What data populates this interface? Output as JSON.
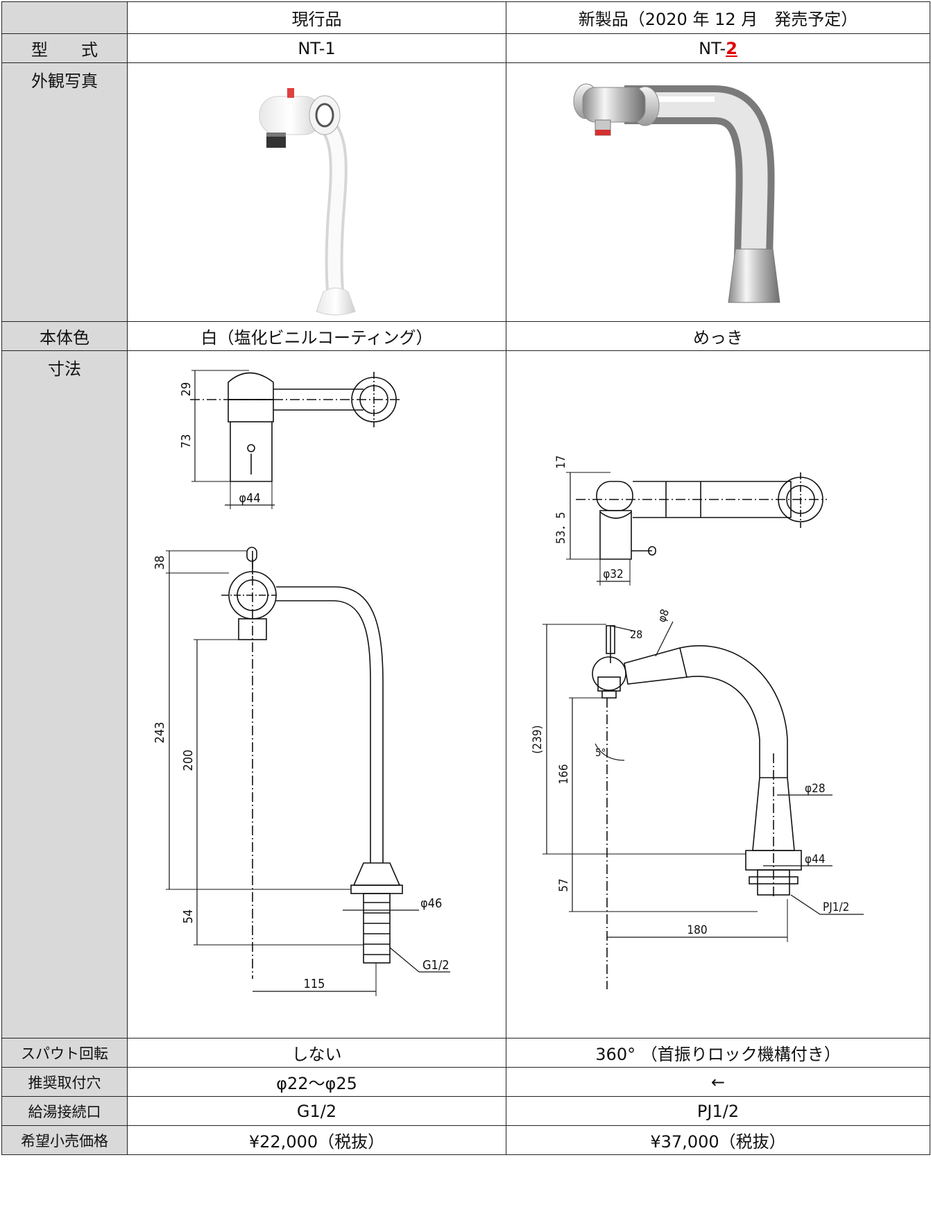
{
  "header": {
    "corner": "",
    "current_product": "現行品",
    "new_product": "新製品（2020 年 12 月　発売予定）"
  },
  "rows": {
    "model": {
      "label": "型　　式",
      "current": "NT-1",
      "new_prefix": "NT-",
      "new_suffix": "2"
    },
    "photo": {
      "label": "外観写真"
    },
    "color": {
      "label": "本体色",
      "current": "白（塩化ビニルコーティング）",
      "new": "めっき"
    },
    "dimensions": {
      "label": "寸法"
    },
    "spout_rotation": {
      "label": "スパウト回転",
      "current": "しない",
      "new": "360° （首振りロック機構付き）"
    },
    "mounting_hole": {
      "label": "推奨取付穴",
      "current": "φ22～φ25",
      "new": "←"
    },
    "hot_water_connection": {
      "label": "給湯接続口",
      "current": "G1/2",
      "new": "PJ1/2"
    },
    "price": {
      "label": "希望小売価格",
      "current": "¥22,000（税抜）",
      "new": "¥37,000（税抜）"
    }
  },
  "drawing_current": {
    "d29": "29",
    "d73": "73",
    "d44": "φ44",
    "d38": "38",
    "d243": "243",
    "d200": "200",
    "d54": "54",
    "d46": "φ46",
    "g12": "G1/2",
    "d115": "115"
  },
  "drawing_new": {
    "d17": "17",
    "d535": "53．5",
    "d32": "φ32",
    "d28a": "28",
    "d8": "φ8",
    "d5": "5°",
    "d239": "(239)",
    "d166": "166",
    "d28": "φ28",
    "d44": "φ44",
    "d57": "57",
    "pj12": "PJ1/2",
    "d180": "180"
  },
  "colors": {
    "label_bg": "#d9d9d9",
    "accent_red": "#e00000",
    "border": "#222222"
  }
}
